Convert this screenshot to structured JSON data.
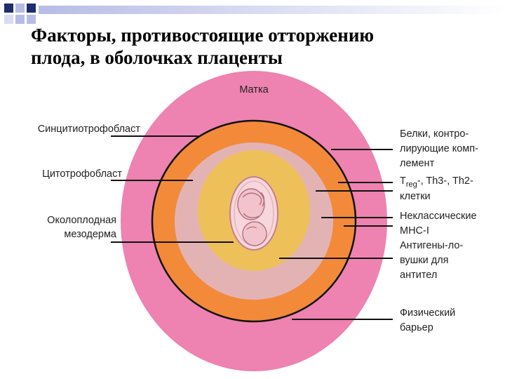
{
  "title": {
    "line1": "Факторы, противостоящие отторжению",
    "line2": "плода, в оболочках плаценты"
  },
  "diagram": {
    "center_label": "Матка",
    "left_labels": {
      "syncytio": "Синцитиотрофобласт",
      "cyto": "Цитотрофобласт",
      "mesoderm_1": "Околоплодная",
      "mesoderm_2": "мезодерма"
    },
    "right_labels": {
      "proteins_1": "Белки, контро-",
      "proteins_2": "лирующие комп-",
      "proteins_3": "лемент",
      "treg_T": "T",
      "treg_sub": "reg",
      "treg_rest": "-, Th3-, Th2-",
      "treg_2": "клетки",
      "mhc_1": "Неклассические",
      "mhc_2": "MHC-I",
      "ag_1": "Антигены-ло-",
      "ag_2": "вушки для",
      "ag_3": "антител",
      "barrier_1": "Физический",
      "barrier_2": "барьер"
    },
    "colors": {
      "uterus": "#EE82B0",
      "syncytiotrophoblast": "#F28A3A",
      "cytotrophoblast": "#E3B3B4",
      "amniotic_mesoderm": "#EEC05A",
      "fetus": "#F6D7DC",
      "outline": "#111111",
      "deco_navy": "#1F2D6E",
      "deco_lavender": "#B7BCE6"
    }
  }
}
